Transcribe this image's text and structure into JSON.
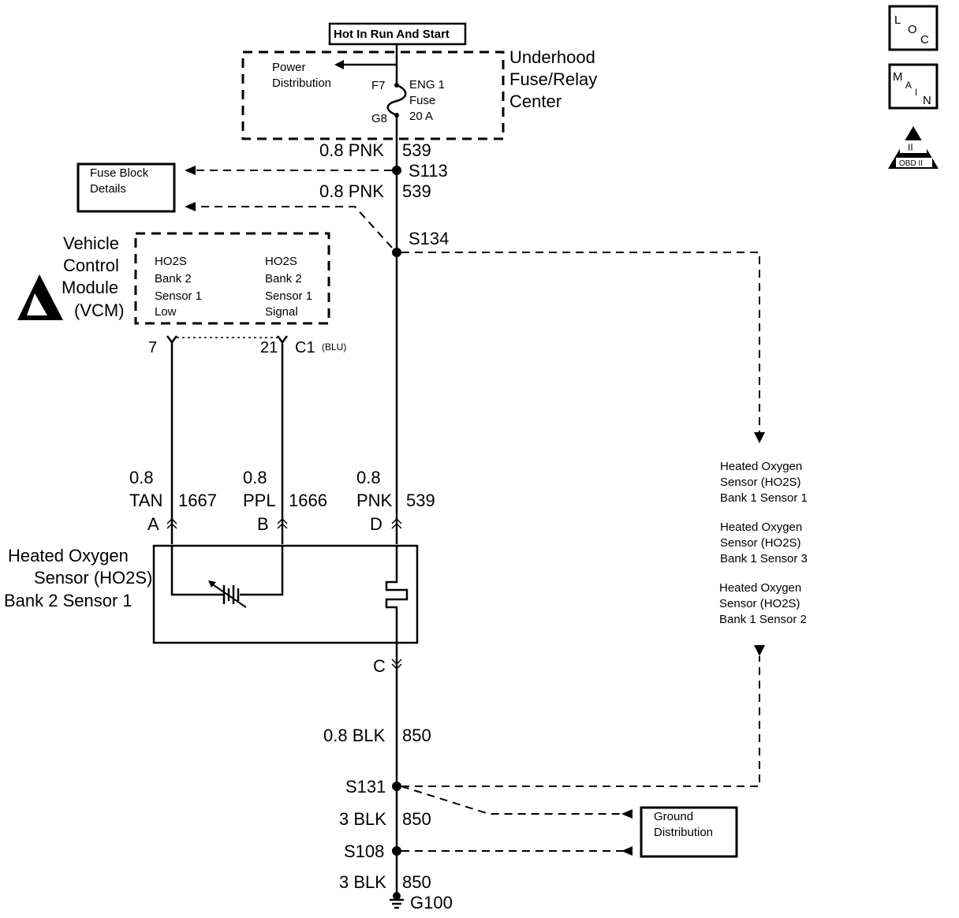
{
  "header": {
    "hot_in_run": "Hot In Run And Start",
    "loc_icon": [
      "L",
      "O",
      "C"
    ],
    "main_icon": [
      "M",
      "A",
      "I",
      "N"
    ],
    "obd_icon_roman": "II",
    "obd_icon_text": "OBD II"
  },
  "fuse_center": {
    "title_lines": [
      "Underhood",
      "Fuse/Relay",
      "Center"
    ],
    "power_distribution": [
      "Power",
      "Distribution"
    ],
    "fuse_in": "F7",
    "fuse_out": "G8",
    "fuse_label": [
      "ENG 1",
      "Fuse",
      "20 A"
    ]
  },
  "wires": {
    "pnk_539_a": {
      "gauge_color": "0.8 PNK",
      "circuit": "539"
    },
    "pnk_539_b": {
      "gauge_color": "0.8 PNK",
      "circuit": "539"
    },
    "tan_1667": {
      "gauge": "0.8",
      "color": "TAN",
      "circuit": "1667",
      "pin": "A"
    },
    "ppl_1666": {
      "gauge": "0.8",
      "color": "PPL",
      "circuit": "1666",
      "pin": "B"
    },
    "pnk_539_c": {
      "gauge": "0.8",
      "color": "PNK",
      "circuit": "539",
      "pin": "D"
    },
    "blk_850_a": {
      "gauge_color": "0.8 BLK",
      "circuit": "850"
    },
    "blk_850_b": {
      "gauge_color": "3 BLK",
      "circuit": "850"
    },
    "blk_850_c": {
      "gauge_color": "3 BLK",
      "circuit": "850"
    }
  },
  "splices": {
    "s113": "S113",
    "s134": "S134",
    "s131": "S131",
    "s108": "S108",
    "g100": "G100"
  },
  "fuse_block_details": [
    "Fuse Block",
    "Details"
  ],
  "vcm": {
    "title_lines": [
      "Vehicle",
      "Control",
      "Module",
      "(VCM)"
    ],
    "low_lines": [
      "HO2S",
      "Bank 2",
      "Sensor 1",
      "Low"
    ],
    "signal_lines": [
      "HO2S",
      "Bank 2",
      "Sensor 1",
      "Signal"
    ],
    "pin_low": "7",
    "pin_signal": "21",
    "connector": "C1",
    "connector_color": "(BLU)"
  },
  "sensor": {
    "title_lines": [
      "Heated Oxygen",
      "Sensor (HO2S)",
      "Bank 2 Sensor 1"
    ],
    "ground_pin": "C"
  },
  "other_sensors": [
    [
      "Heated Oxygen",
      "Sensor (HO2S)",
      "Bank 1 Sensor 1"
    ],
    [
      "Heated Oxygen",
      "Sensor (HO2S)",
      "Bank 1 Sensor 3"
    ],
    [
      "Heated Oxygen",
      "Sensor (HO2S)",
      "Bank 1 Sensor 2"
    ]
  ],
  "ground_distribution": [
    "Ground",
    "Distribution"
  ]
}
